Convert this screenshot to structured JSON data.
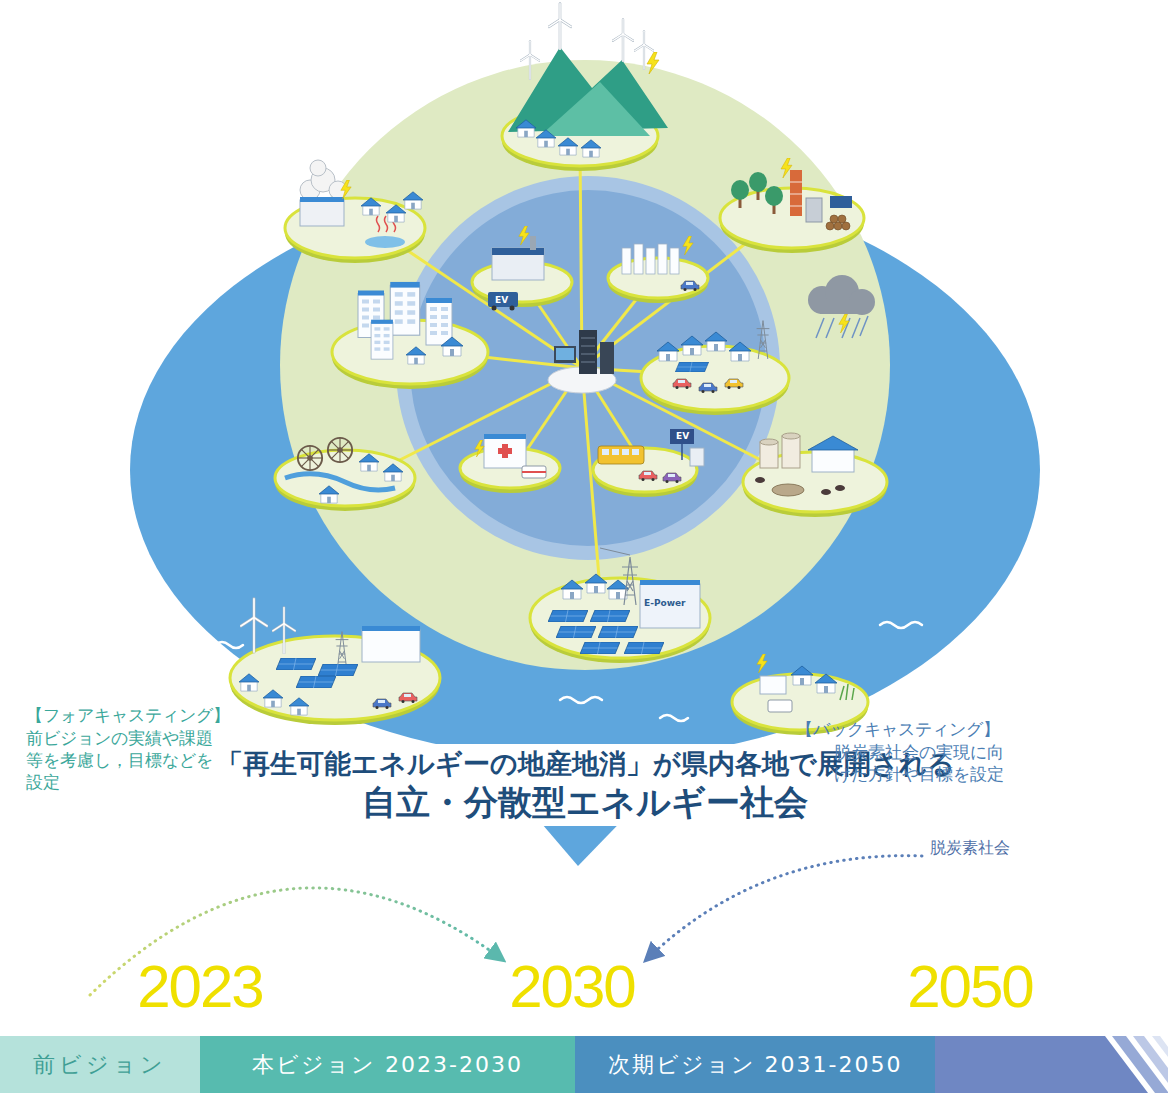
{
  "diagram": {
    "title": "自立・分散型エネルギー社会",
    "nodes": [
      {
        "text": [
          "前ビジョン"
        ]
      },
      {
        "text": [
          "本ビジョン 2023-2030"
        ]
      },
      {
        "text": [
          "次期ビジョン 2031-2050"
        ]
      }
    ],
    "labels": [
      "EV",
      "EV",
      "E-Power",
      "「再生可能エネルギーの地産地消」が県内各地で展開される",
      "【フォアキャスティング】",
      "前ビジョンの実績や課題等を考慮し，目標などを設定",
      "【バックキャスティング】",
      "脱炭素社会の実現に向けた方針や目標を設定",
      "脱炭素社会",
      "2023",
      "2030",
      "2050"
    ]
  }
}
